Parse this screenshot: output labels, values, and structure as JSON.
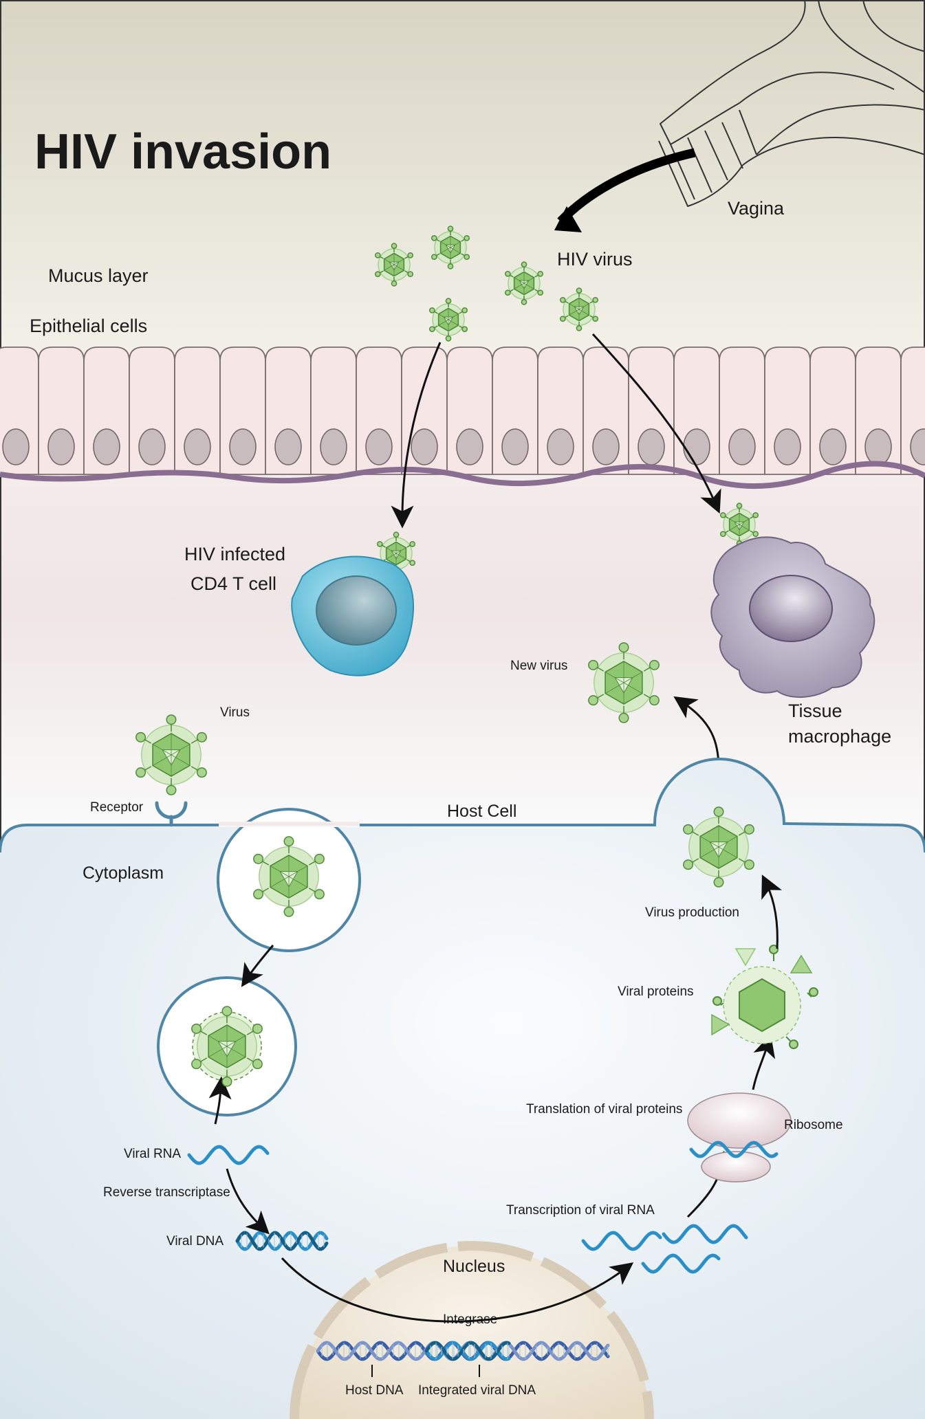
{
  "title": "HIV invasion",
  "labels": {
    "vagina": "Vagina",
    "hiv_virus": "HIV virus",
    "mucus_layer": "Mucus layer",
    "epithelial_cells": "Epithelial cells",
    "hiv_infected_line1": "HIV infected",
    "hiv_infected_line2": "CD4 T cell",
    "new_virus": "New virus",
    "tissue_line1": "Tissue",
    "tissue_line2": "macrophage",
    "virus": "Virus",
    "receptor": "Receptor",
    "host_cell": "Host Cell",
    "cytoplasm": "Cytoplasm",
    "virus_production": "Virus production",
    "viral_proteins": "Viral proteins",
    "translation": "Translation of viral proteins",
    "ribosome": "Ribosome",
    "viral_rna": "Viral RNA",
    "reverse_transcriptase": "Reverse transcriptase",
    "transcription": "Transcription of viral RNA",
    "viral_dna": "Viral DNA",
    "nucleus": "Nucleus",
    "integrase": "Integrase",
    "host_dna": "Host DNA",
    "integrated_viral_dna": "Integrated viral DNA"
  },
  "colors": {
    "virus_green": "#8fc670",
    "virus_dark": "#4f8a3a",
    "virus_halo": "#d8ebc8",
    "epithelium_fill": "#f7e6e6",
    "nucleus_grey": "#c9bcbc",
    "basement": "#8a6e92",
    "t_cell": "#55b8d2",
    "macrophage": "#a59bb3",
    "host_membrane": "#4f86a6",
    "rna_blue": "#2a8fc6",
    "nucleus_fill": "#eee4d4"
  }
}
